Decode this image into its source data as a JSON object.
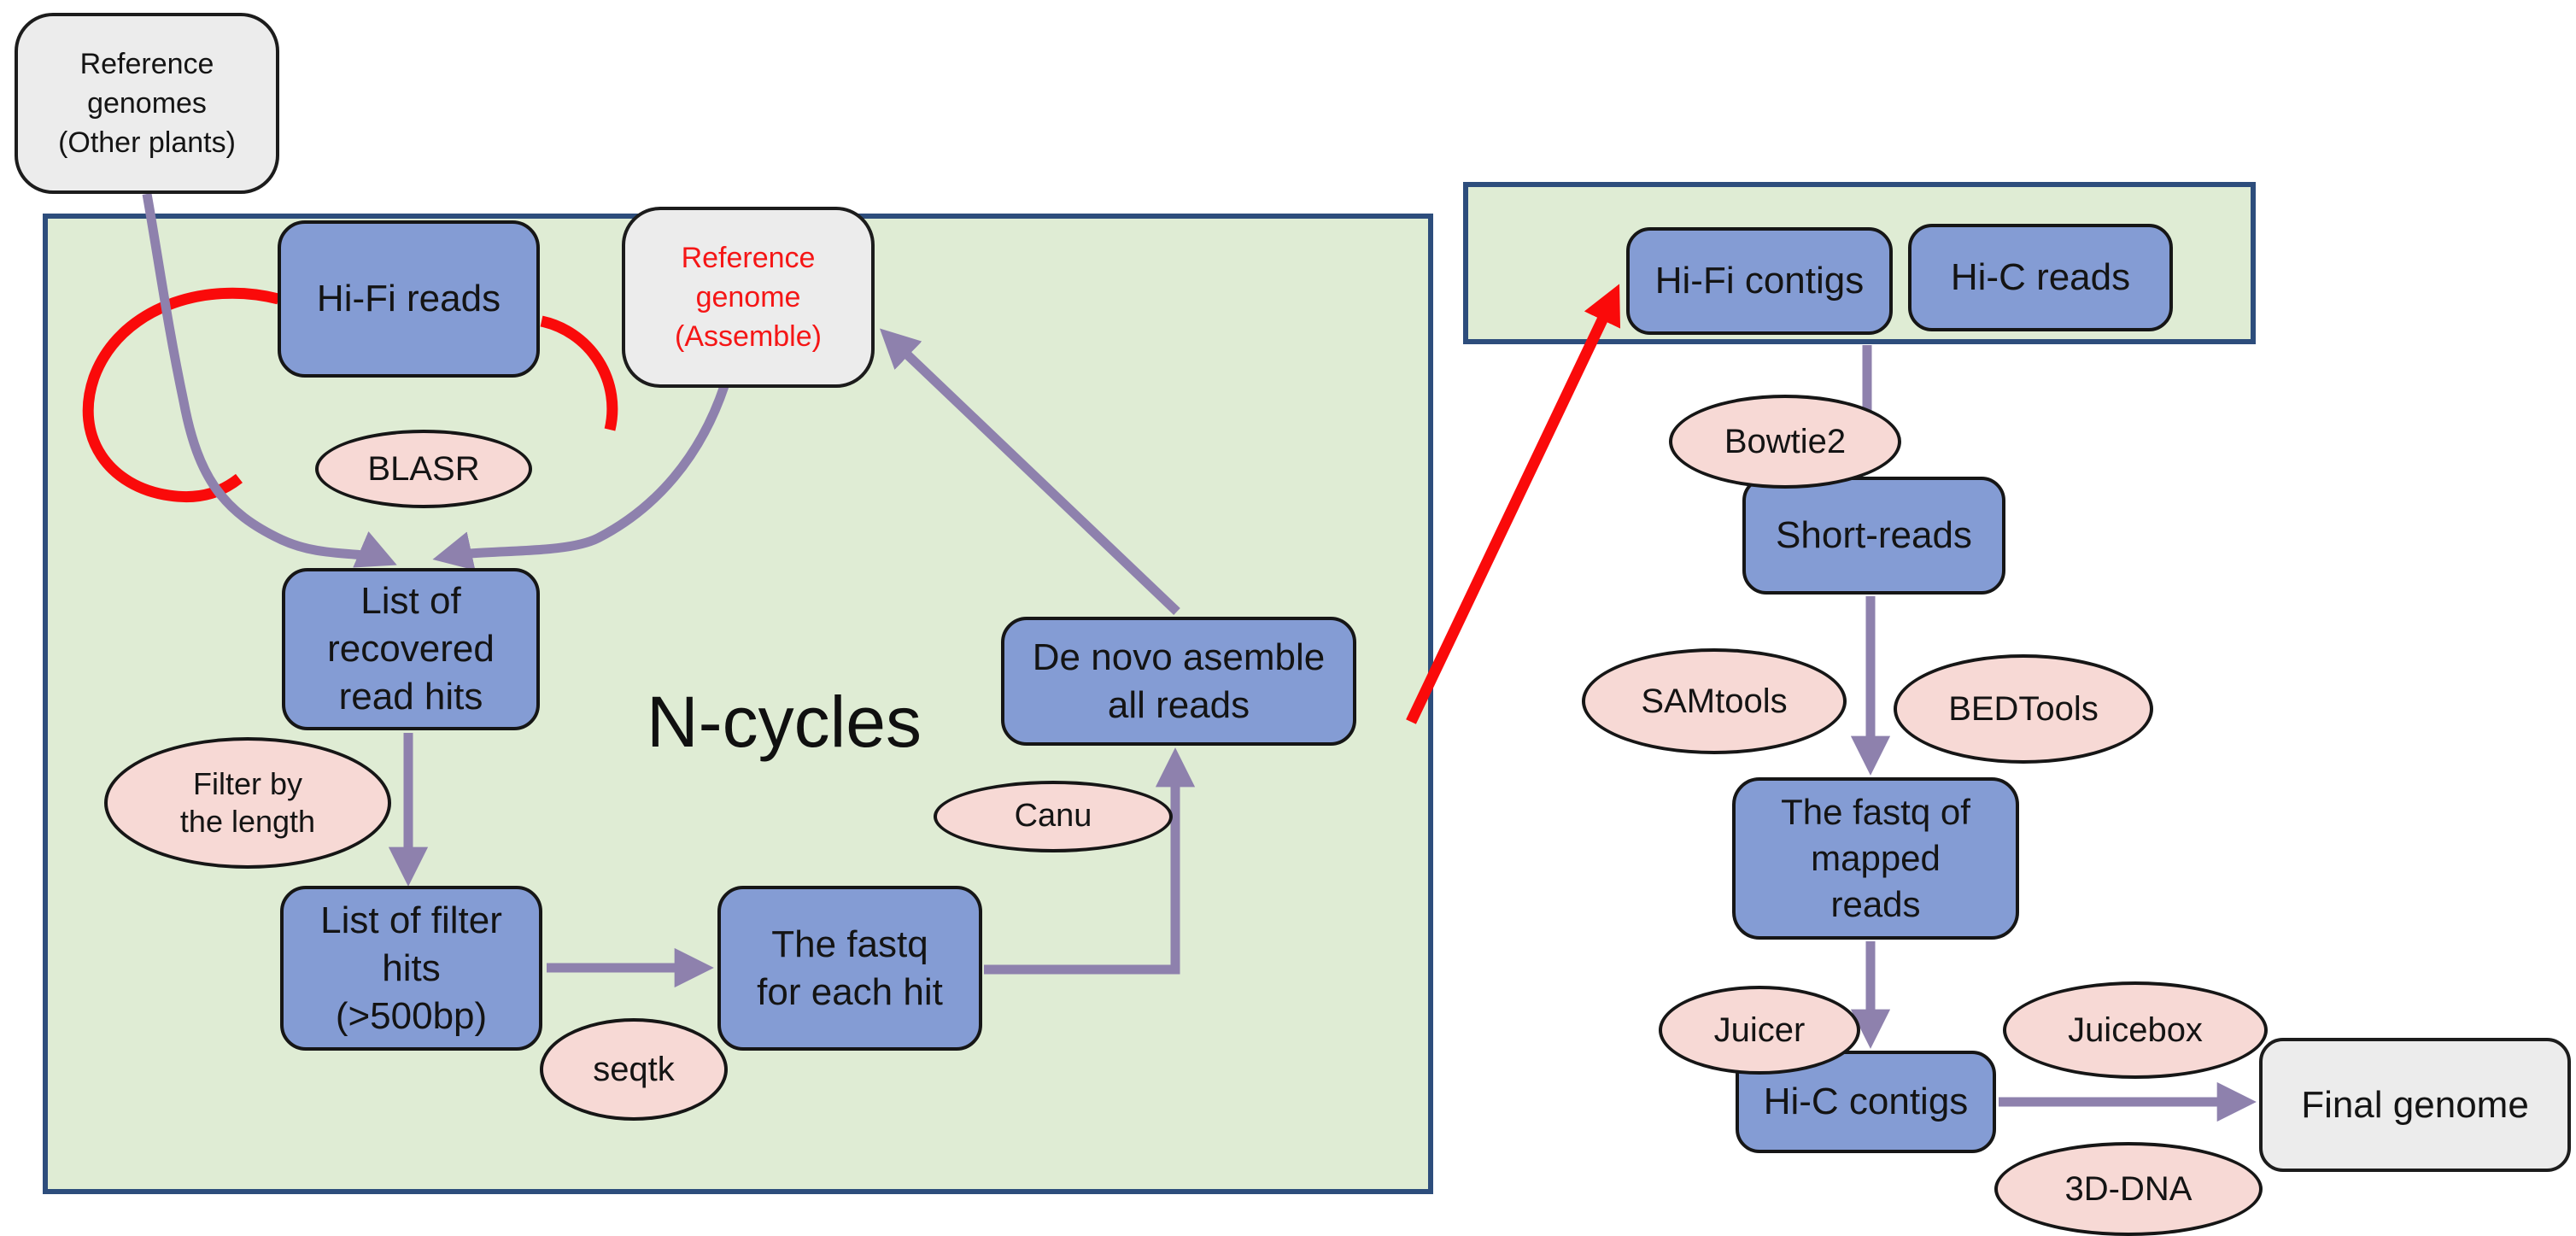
{
  "colors": {
    "panel_fill": "#dfecd4",
    "panel_border": "#2d4d7c",
    "process_fill": "#849cd4",
    "process_border": "#161616",
    "tool_fill": "#f7d9d5",
    "terminal_fill": "#ececec",
    "arrow_purple": "#8e81ad",
    "accent_red": "#fa0a0a",
    "assemble_text_red": "#f51616",
    "text_dark": "#141414"
  },
  "annotations": {
    "cycle_label": "N-cycles"
  },
  "nodes": {
    "source_plants": {
      "lines": [
        "Reference",
        "genomes",
        "(Other plants)"
      ]
    },
    "hifi_reads": {
      "label": "Hi-Fi reads"
    },
    "reference_assemble": {
      "lines": [
        "Reference",
        "genome",
        "(Assemble)"
      ]
    },
    "list_recovered": {
      "lines": [
        "List of",
        "recovered",
        "read hits"
      ]
    },
    "list_filter": {
      "lines": [
        "List of  filter",
        "hits",
        "(>500bp)"
      ]
    },
    "fastq_each_hit": {
      "lines": [
        "The fastq",
        "for each hit"
      ]
    },
    "de_novo": {
      "lines": [
        "De novo asemble",
        "all reads"
      ]
    },
    "hifi_contigs": {
      "label": "Hi-Fi contigs"
    },
    "hic_reads": {
      "label": "Hi-C reads"
    },
    "short_reads": {
      "label": "Short-reads"
    },
    "fastq_mapped": {
      "lines": [
        "The fastq of",
        "mapped",
        "reads"
      ]
    },
    "hic_contigs": {
      "label": "Hi-C contigs"
    },
    "final_genome": {
      "label": "Final genome"
    }
  },
  "tools": {
    "blasr": "BLASR",
    "filter_by_length": {
      "lines": [
        "Filter by",
        "the length"
      ]
    },
    "seqtk": "seqtk",
    "canu": "Canu",
    "bowtie2": "Bowtie2",
    "samtools": "SAMtools",
    "bedtools": "BEDTools",
    "juicer": "Juicer",
    "juicebox": "Juicebox",
    "dna3d": "3D-DNA"
  }
}
